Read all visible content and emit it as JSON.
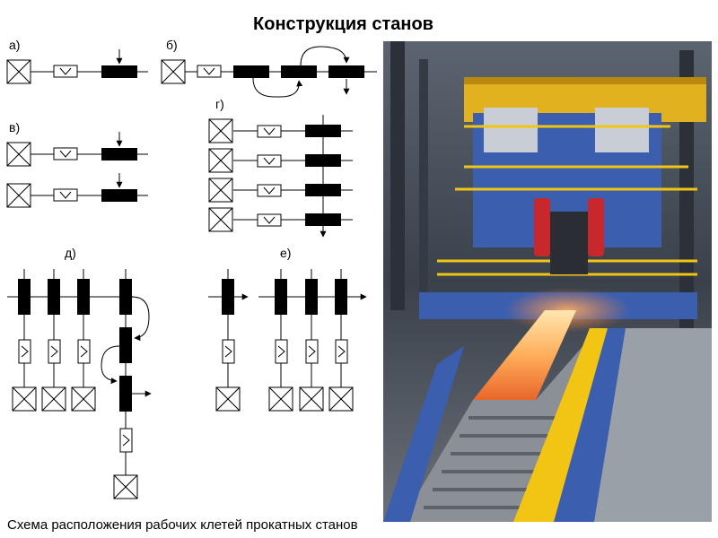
{
  "title": "Конструкция станов",
  "caption": "Схема расположения рабочих клетей прокатных станов",
  "schemes": [
    {
      "id": "a",
      "label": "а)"
    },
    {
      "id": "b",
      "label": "б)"
    },
    {
      "id": "v",
      "label": "в)"
    },
    {
      "id": "g",
      "label": "г)"
    },
    {
      "id": "d",
      "label": "д)"
    },
    {
      "id": "e",
      "label": "е)"
    }
  ],
  "photo": {
    "subject": "rolling-mill-stand-with-hot-slab"
  },
  "colors": {
    "ink": "#000000",
    "hot_metal": "#ff8a3a",
    "frame_blue": "#3b5fae",
    "rail_yellow": "#f2c413",
    "stand_red": "#c8282c"
  }
}
